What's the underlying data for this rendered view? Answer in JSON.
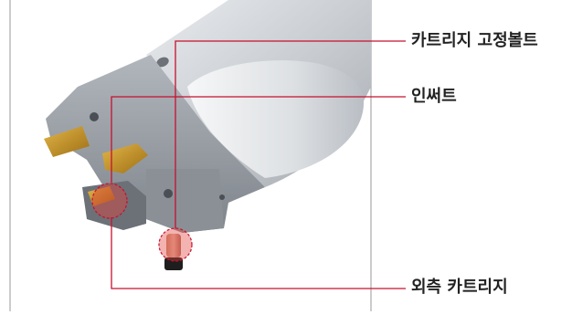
{
  "labels": {
    "bolt": "카트리지 고정볼트",
    "insert": "인써트",
    "cartridge": "외측 카트리지"
  },
  "colors": {
    "leader_line": "#c8102e",
    "highlight_fill": "#e0403a",
    "insert_gold": "#c8961e",
    "body_steel": "#9ea4ab",
    "frame_gray": "#9a9a9a"
  }
}
